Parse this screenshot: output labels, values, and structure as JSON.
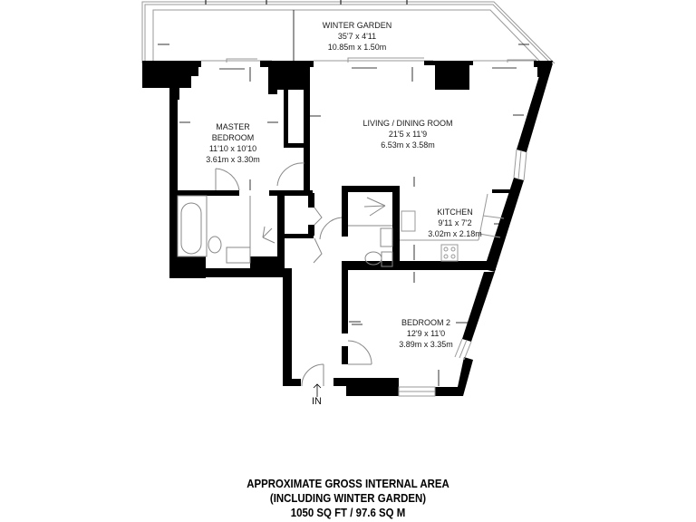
{
  "plan": {
    "wall_color": "#000000",
    "line_color": "#888888",
    "background": "#ffffff"
  },
  "rooms": {
    "winter_garden": {
      "name": "WINTER GARDEN",
      "imperial": "35'7 x 4'11",
      "metric": "10.85m x 1.50m"
    },
    "master_bedroom": {
      "name_line1": "MASTER",
      "name_line2": "BEDROOM",
      "imperial": "11'10 x 10'10",
      "metric": "3.61m x 3.30m"
    },
    "living_dining": {
      "name": "LIVING / DINING ROOM",
      "imperial": "21'5 x 11'9",
      "metric": "6.53m x 3.58m"
    },
    "kitchen": {
      "name": "KITCHEN",
      "imperial": "9'11 x 7'2",
      "metric": "3.02m x 2.18m"
    },
    "bedroom_2": {
      "name": "BEDROOM 2",
      "imperial": "12'9 x 11'0",
      "metric": "3.89m x 3.35m"
    }
  },
  "entry": {
    "label": "IN"
  },
  "area": {
    "line1": "APPROXIMATE GROSS INTERNAL AREA",
    "line2": "(INCLUDING WINTER GARDEN)",
    "line3": "1050 SQ FT / 97.6 SQ M"
  }
}
